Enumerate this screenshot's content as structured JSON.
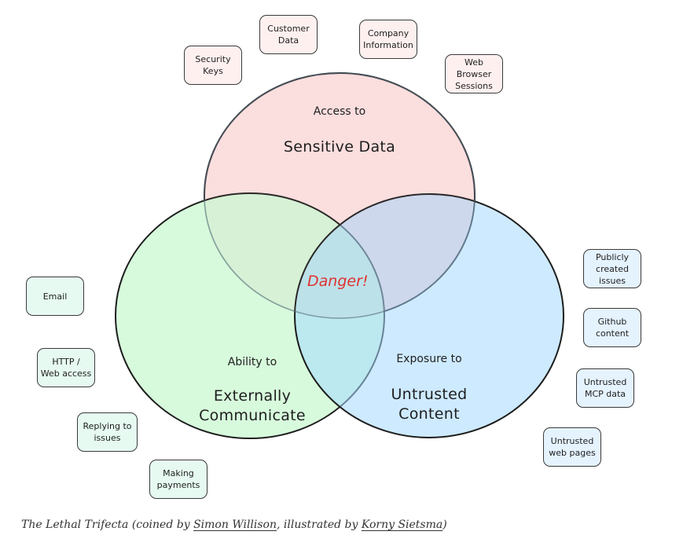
{
  "sets": [
    {
      "id": "sensitive",
      "sub": "Access to",
      "title": "Sensitive Data",
      "color": "#ffe3e3"
    },
    {
      "id": "external",
      "sub": "Ability to",
      "title": "Externally\nCommunicate",
      "color": "#d3f9d8"
    },
    {
      "id": "untrusted",
      "sub": "Exposure to",
      "title": "Untrusted\nContent",
      "color": "#c5e4ff"
    }
  ],
  "intersection_label": "Danger!",
  "intersection_color": "#e03131",
  "examples": {
    "sensitive": [
      "Security\nKeys",
      "Customer\nData",
      "Company\nInformation",
      "Web\nBrowser\nSessions"
    ],
    "external": [
      "Email",
      "HTTP /\nWeb access",
      "Replying to\nissues",
      "Making\npayments"
    ],
    "untrusted": [
      "Publicly\ncreated\nissues",
      "Github\ncontent",
      "Untrusted\nMCP data",
      "Untrusted\nweb pages"
    ]
  },
  "caption": {
    "prefix": "The Lethal Trifecta (coined by ",
    "link1": "Simon Willison",
    "middle": ", illustrated by ",
    "link2": "Korny Sietsma",
    "suffix": ")"
  }
}
